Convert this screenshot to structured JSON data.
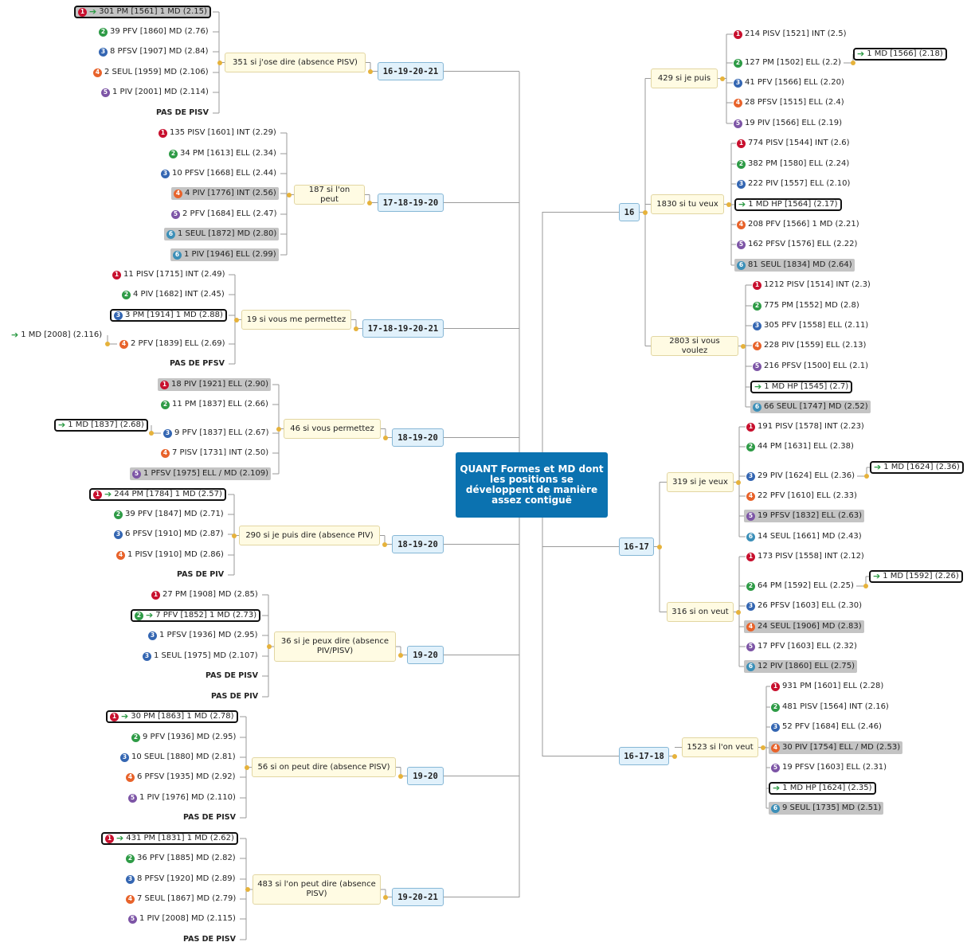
{
  "root": {
    "label": "QUANT Formes et MD dont les positions se développent de manière assez contiguë"
  },
  "colors": {
    "root": "#0b72b0",
    "group": "#e1f1fb",
    "mid": "#fffbe3",
    "gray_leaf": "#c4c4c4",
    "connector": "#e6b23b"
  },
  "left": [
    {
      "group": "16-19-20-21",
      "mid": "351 si j'ose dire (absence PISV)",
      "items": [
        {
          "num": "1",
          "arrow": true,
          "text": "301 PM [1561] 1 MD (2.15)",
          "style": "grayhl"
        },
        {
          "num": "2",
          "text": "39 PFV [1860] MD (2.76)"
        },
        {
          "num": "3",
          "text": "8 PFSV [1907] MD (2.84)"
        },
        {
          "num": "4",
          "text": "2 SEUL [1959] MD (2.106)"
        },
        {
          "num": "5",
          "text": "1 PIV [2001] MD (2.114)"
        },
        {
          "text": "PAS DE PISV",
          "style": "bold"
        }
      ]
    },
    {
      "group": "17-18-19-20",
      "mid": "187 si l'on peut",
      "items": [
        {
          "num": "1",
          "text": "135 PISV [1601] INT (2.29)"
        },
        {
          "num": "2",
          "text": "34 PM [1613] ELL (2.34)"
        },
        {
          "num": "3",
          "text": "10 PFSV [1668] ELL (2.44)"
        },
        {
          "num": "4",
          "text": "4 PIV [1776] INT (2.56)",
          "style": "gray"
        },
        {
          "num": "5",
          "text": "2 PFV [1684] ELL (2.47)"
        },
        {
          "num": "6",
          "text": "1 SEUL [1872] MD (2.80)",
          "style": "gray"
        },
        {
          "num": "6",
          "text": "1 PIV [1946] ELL (2.99)",
          "style": "gray"
        }
      ]
    },
    {
      "group": "17-18-19-20-21",
      "mid": "19 si vous me permettez",
      "items": [
        {
          "num": "1",
          "text": "11 PISV [1715] INT (2.49)"
        },
        {
          "num": "2",
          "text": "4 PIV [1682] INT (2.45)"
        },
        {
          "num": "3",
          "text": "3 PM [1914] 1 MD (2.88)",
          "style": "hl"
        },
        {
          "num": "4",
          "text": "2 PFV [1839] ELL (2.69)",
          "sub": "1 MD [2008] (2.116)"
        },
        {
          "text": "PAS DE PFSV",
          "style": "bold"
        }
      ]
    },
    {
      "group": "18-19-20",
      "mid": "46 si vous permettez",
      "items": [
        {
          "num": "1",
          "text": "18 PIV [1921] ELL (2.90)",
          "style": "gray"
        },
        {
          "num": "2",
          "text": "11 PM [1837] ELL (2.66)"
        },
        {
          "num": "3",
          "text": "9 PFV [1837] ELL (2.67)",
          "sub": "1 MD [1837] (2.68)",
          "subhl": true
        },
        {
          "num": "4",
          "text": "7 PISV [1731] INT (2.50)"
        },
        {
          "num": "5",
          "text": "1 PFSV [1975] ELL / MD (2.109)",
          "style": "gray"
        }
      ]
    },
    {
      "group": "18-19-20",
      "mid": "290 si je puis dire (absence PIV)",
      "items": [
        {
          "num": "1",
          "arrow": true,
          "text": "244 PM [1784] 1 MD (2.57)",
          "style": "hl"
        },
        {
          "num": "2",
          "text": "39 PFV [1847] MD (2.71)"
        },
        {
          "num": "3",
          "text": "6 PFSV [1910] MD (2.87)"
        },
        {
          "num": "4",
          "text": "1 PISV [1910] MD (2.86)"
        },
        {
          "text": "PAS DE PIV",
          "style": "bold"
        }
      ]
    },
    {
      "group": "19-20",
      "mid": "36 si je peux dire (absence PIV/PISV)",
      "items": [
        {
          "num": "1",
          "text": "27 PM [1908] MD (2.85)"
        },
        {
          "num": "2",
          "arrow": true,
          "text": "7 PFV [1852] 1 MD (2.73)",
          "style": "hl"
        },
        {
          "num": "3",
          "text": "1 PFSV [1936] MD (2.95)"
        },
        {
          "num": "3",
          "text": "1 SEUL [1975] MD (2.107)"
        },
        {
          "text": "PAS DE PISV",
          "style": "bold"
        },
        {
          "text": "PAS DE PIV",
          "style": "bold"
        }
      ]
    },
    {
      "group": "19-20",
      "mid": "56 si on peut dire (absence PISV)",
      "items": [
        {
          "num": "1",
          "arrow": true,
          "text": "30 PM [1863] 1 MD (2.78)",
          "style": "hl"
        },
        {
          "num": "2",
          "text": "9 PFV [1936] MD (2.95)"
        },
        {
          "num": "3",
          "text": "10 SEUL [1880] MD (2.81)"
        },
        {
          "num": "4",
          "text": "6 PFSV [1935] MD (2.92)"
        },
        {
          "num": "5",
          "text": "1 PIV [1976] MD (2.110)"
        },
        {
          "text": "PAS DE PISV",
          "style": "bold"
        }
      ]
    },
    {
      "group": "19-20-21",
      "mid": "483 si l'on peut dire (absence PISV)",
      "items": [
        {
          "num": "1",
          "arrow": true,
          "text": "431 PM [1831] 1 MD (2.62)",
          "style": "hl"
        },
        {
          "num": "2",
          "text": "36 PFV [1885] MD (2.82)"
        },
        {
          "num": "3",
          "text": "8 PFSV [1920] MD (2.89)"
        },
        {
          "num": "4",
          "text": "7 SEUL [1867] MD (2.79)"
        },
        {
          "num": "5",
          "text": "1 PIV [2008] MD (2.115)"
        },
        {
          "text": "PAS DE PISV",
          "style": "bold"
        }
      ]
    }
  ],
  "right": [
    {
      "group": "16",
      "mids": [
        {
          "mid": "429 si je puis",
          "items": [
            {
              "num": "1",
              "text": "214 PISV [1521] INT (2.5)"
            },
            {
              "num": "2",
              "text": "127 PM [1502] ELL (2.2)",
              "sub": "1 MD [1566] (2.18)",
              "subhl": true
            },
            {
              "num": "3",
              "text": "41 PFV [1566] ELL (2.20)"
            },
            {
              "num": "4",
              "text": "28 PFSV [1515] ELL (2.4)"
            },
            {
              "num": "5",
              "text": "19 PIV [1566] ELL (2.19)"
            }
          ]
        },
        {
          "mid": "1830 si tu veux",
          "items": [
            {
              "num": "1",
              "text": "774 PISV [1544] INT (2.6)"
            },
            {
              "num": "2",
              "text": "382 PM [1580] ELL (2.24)"
            },
            {
              "num": "3",
              "text": "222 PIV [1557] ELL (2.10)"
            },
            {
              "arrow": true,
              "text": "1 MD HP [1564] (2.17)",
              "style": "hl"
            },
            {
              "num": "4",
              "text": "208 PFV [1566] 1 MD (2.21)"
            },
            {
              "num": "5",
              "text": "162 PFSV [1576] ELL (2.22)"
            },
            {
              "num": "6",
              "text": "81 SEUL [1834] MD (2.64)",
              "style": "gray"
            }
          ]
        },
        {
          "mid": "2803 si vous voulez",
          "items": [
            {
              "num": "1",
              "text": "1212 PISV [1514] INT (2.3)"
            },
            {
              "num": "2",
              "text": "775 PM [1552]  MD (2.8)"
            },
            {
              "num": "3",
              "text": "305 PFV [1558] ELL (2.11)"
            },
            {
              "num": "4",
              "text": "228 PIV [1559] ELL (2.13)"
            },
            {
              "num": "5",
              "text": "216 PFSV [1500] ELL (2.1)"
            },
            {
              "arrow": true,
              "text": "1 MD HP [1545] (2.7)",
              "style": "hl"
            },
            {
              "num": "6",
              "text": "66 SEUL [1747] MD (2.52)",
              "style": "gray"
            }
          ]
        }
      ]
    },
    {
      "group": "16-17",
      "mids": [
        {
          "mid": "319 si je veux",
          "items": [
            {
              "num": "1",
              "text": "191 PISV [1578] INT (2.23)"
            },
            {
              "num": "2",
              "text": "44 PM [1631] ELL (2.38)"
            },
            {
              "num": "3",
              "text": "29 PIV [1624] ELL (2.36)",
              "sub": "1 MD [1624] (2.36)",
              "subhl": true
            },
            {
              "num": "4",
              "text": "22 PFV [1610] ELL (2.33)"
            },
            {
              "num": "5",
              "text": "19 PFSV [1832] ELL (2.63)",
              "style": "gray"
            },
            {
              "num": "6",
              "text": "14 SEUL [1661] MD (2.43)"
            }
          ]
        },
        {
          "mid": "316 si on veut",
          "items": [
            {
              "num": "1",
              "text": "173 PISV [1558] INT (2.12)"
            },
            {
              "num": "2",
              "text": "64 PM [1592] ELL (2.25)",
              "sub": "1 MD [1592] (2.26)",
              "subhl": true
            },
            {
              "num": "3",
              "text": "26 PFSV [1603] ELL (2.30)"
            },
            {
              "num": "4",
              "text": "24 SEUL [1906] MD (2.83)",
              "style": "gray"
            },
            {
              "num": "5",
              "text": "17 PFV [1603] ELL (2.32)"
            },
            {
              "num": "6",
              "text": "12 PIV [1860] ELL (2.75)",
              "style": "gray"
            }
          ]
        }
      ]
    },
    {
      "group": "16-17-18",
      "mids": [
        {
          "mid": "1523 si l'on veut",
          "items": [
            {
              "num": "1",
              "text": "931 PM [1601] ELL (2.28)"
            },
            {
              "num": "2",
              "text": "481 PISV [1564] INT (2.16)"
            },
            {
              "num": "3",
              "text": "52 PFV [1684] ELL (2.46)"
            },
            {
              "num": "4",
              "text": "30 PIV [1754] ELL / MD (2.53)",
              "style": "gray"
            },
            {
              "num": "5",
              "text": "19 PFSV [1603] ELL (2.31)"
            },
            {
              "arrow": true,
              "text": "1 MD HP [1624] (2.35)",
              "style": "hl"
            },
            {
              "num": "6",
              "text": "9 SEUL [1735] MD (2.51)",
              "style": "gray"
            }
          ]
        }
      ]
    }
  ]
}
